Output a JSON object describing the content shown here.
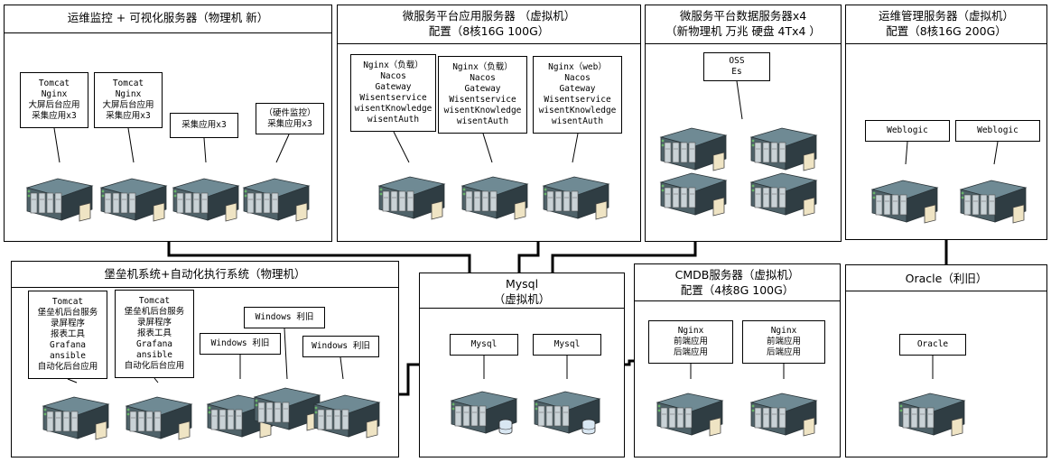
{
  "panels": {
    "monitor": {
      "title": "运维监控 + 可视化服务器（物理机 新）"
    },
    "msapp": {
      "title": "微服务平台应用服务器 （虚拟机）\n配置（8核16G 100G）"
    },
    "msdata": {
      "title": "微服务平台数据服务器x4\n（新物理机 万兆 硬盘 4Tx4 ）"
    },
    "opsmgmt": {
      "title": "运维管理服务器（虚拟机）\n配置（8核16G 200G）"
    },
    "bastion": {
      "title": "堡垒机系统+自动化执行系统（物理机）"
    },
    "mysql": {
      "title": "Mysql\n（虚拟机）"
    },
    "cmdb": {
      "title": "CMDB服务器（虚拟机）\n配置（4核8G 100G）"
    },
    "oracle": {
      "title": "Oracle（利旧）"
    }
  },
  "labels": {
    "m1": "Tomcat\nNginx\n大屏后台应用\n采集应用x3",
    "m2": "Tomcat\nNginx\n大屏后台应用\n采集应用x3",
    "m3": "采集应用x3",
    "m4": "（硬件监控）\n采集应用x3",
    "a1": "Nginx（负载）\nNacos\nGateway\nWisentservice\nwisentKnowledge\nwisentAuth",
    "a2": "Nginx（负载）\nNacos\nGateway\nWisentservice\nwisentKnowledge\nwisentAuth",
    "a3": "Nginx（web）\nNacos\nGateway\nWisentservice\nwisentKnowledge\nwisentAuth",
    "d1": "OSS\nEs",
    "w1": "Weblogic",
    "w2": "Weblogic",
    "b1": "Tomcat\n堡垒机后台服务\n录屏程序\n报表工具\nGrafana\nansible\n自动化后台应用",
    "b2": "Tomcat\n堡垒机后台服务\n录屏程序\n报表工具\nGrafana\nansible\n自动化后台应用",
    "win1": "Windows 利旧",
    "win2": "Windows 利旧",
    "win3": "Windows 利旧",
    "my1": "Mysql",
    "my2": "Mysql",
    "c1": "Nginx\n前端应用\n后端应用",
    "c2": "Nginx\n前端应用\n后端应用",
    "o1": "Oracle"
  },
  "colors": {
    "server_top": "#6f8a94",
    "server_front": "#4f6269",
    "server_side": "#2f3d43",
    "drive_bay": "#c9d2d6",
    "led": "#69b36a",
    "paper": "#efe4c4",
    "db_icon": "#d9e7f2"
  }
}
